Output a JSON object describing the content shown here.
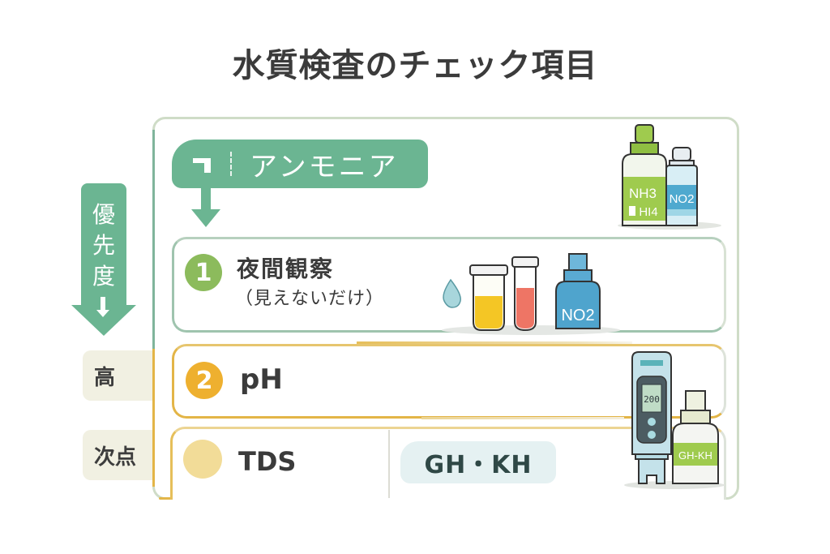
{
  "title": "水質検査のチェック項目",
  "colors": {
    "green_accent": "#6bb592",
    "row1_badge": "#8cbb5c",
    "row2_badge": "#eeb02f",
    "row3_badge": "#f2dc98",
    "gold_border": "#e3b547",
    "title_text": "#3b3b3b"
  },
  "header_banner": {
    "label": "アンモニア",
    "icon": "corner-mark-icon"
  },
  "priority_axis": {
    "chars": [
      "優",
      "先",
      "度"
    ],
    "icon": "down-arrow-icon",
    "levels": [
      {
        "label": "高"
      },
      {
        "label": "次点"
      }
    ]
  },
  "rows": [
    {
      "number": "1",
      "title": "夜間観察",
      "subtitle": "（見えないだけ）",
      "illustration": {
        "items": [
          "water-drop-icon",
          "yellow-test-tube-icon",
          "red-test-tube-icon",
          "no2-bottle-icon"
        ],
        "bottle_label": "NO2"
      }
    },
    {
      "number": "2",
      "title": "pH",
      "illustration": {
        "items": [
          "tds-meter-icon"
        ],
        "meter_display": "200"
      }
    },
    {
      "number": "",
      "title": "TDS",
      "secondary": "GH・KH",
      "illustration": {
        "items": [
          "ghkh-bottle-icon"
        ],
        "bottle_label": "GH-KH"
      }
    }
  ],
  "top_illustration": {
    "bottles": [
      {
        "label_main": "NH3",
        "label_sub": "HI4",
        "color": "#9fcb4e"
      },
      {
        "label_main": "NO2",
        "color": "#5bb4d3"
      }
    ]
  }
}
